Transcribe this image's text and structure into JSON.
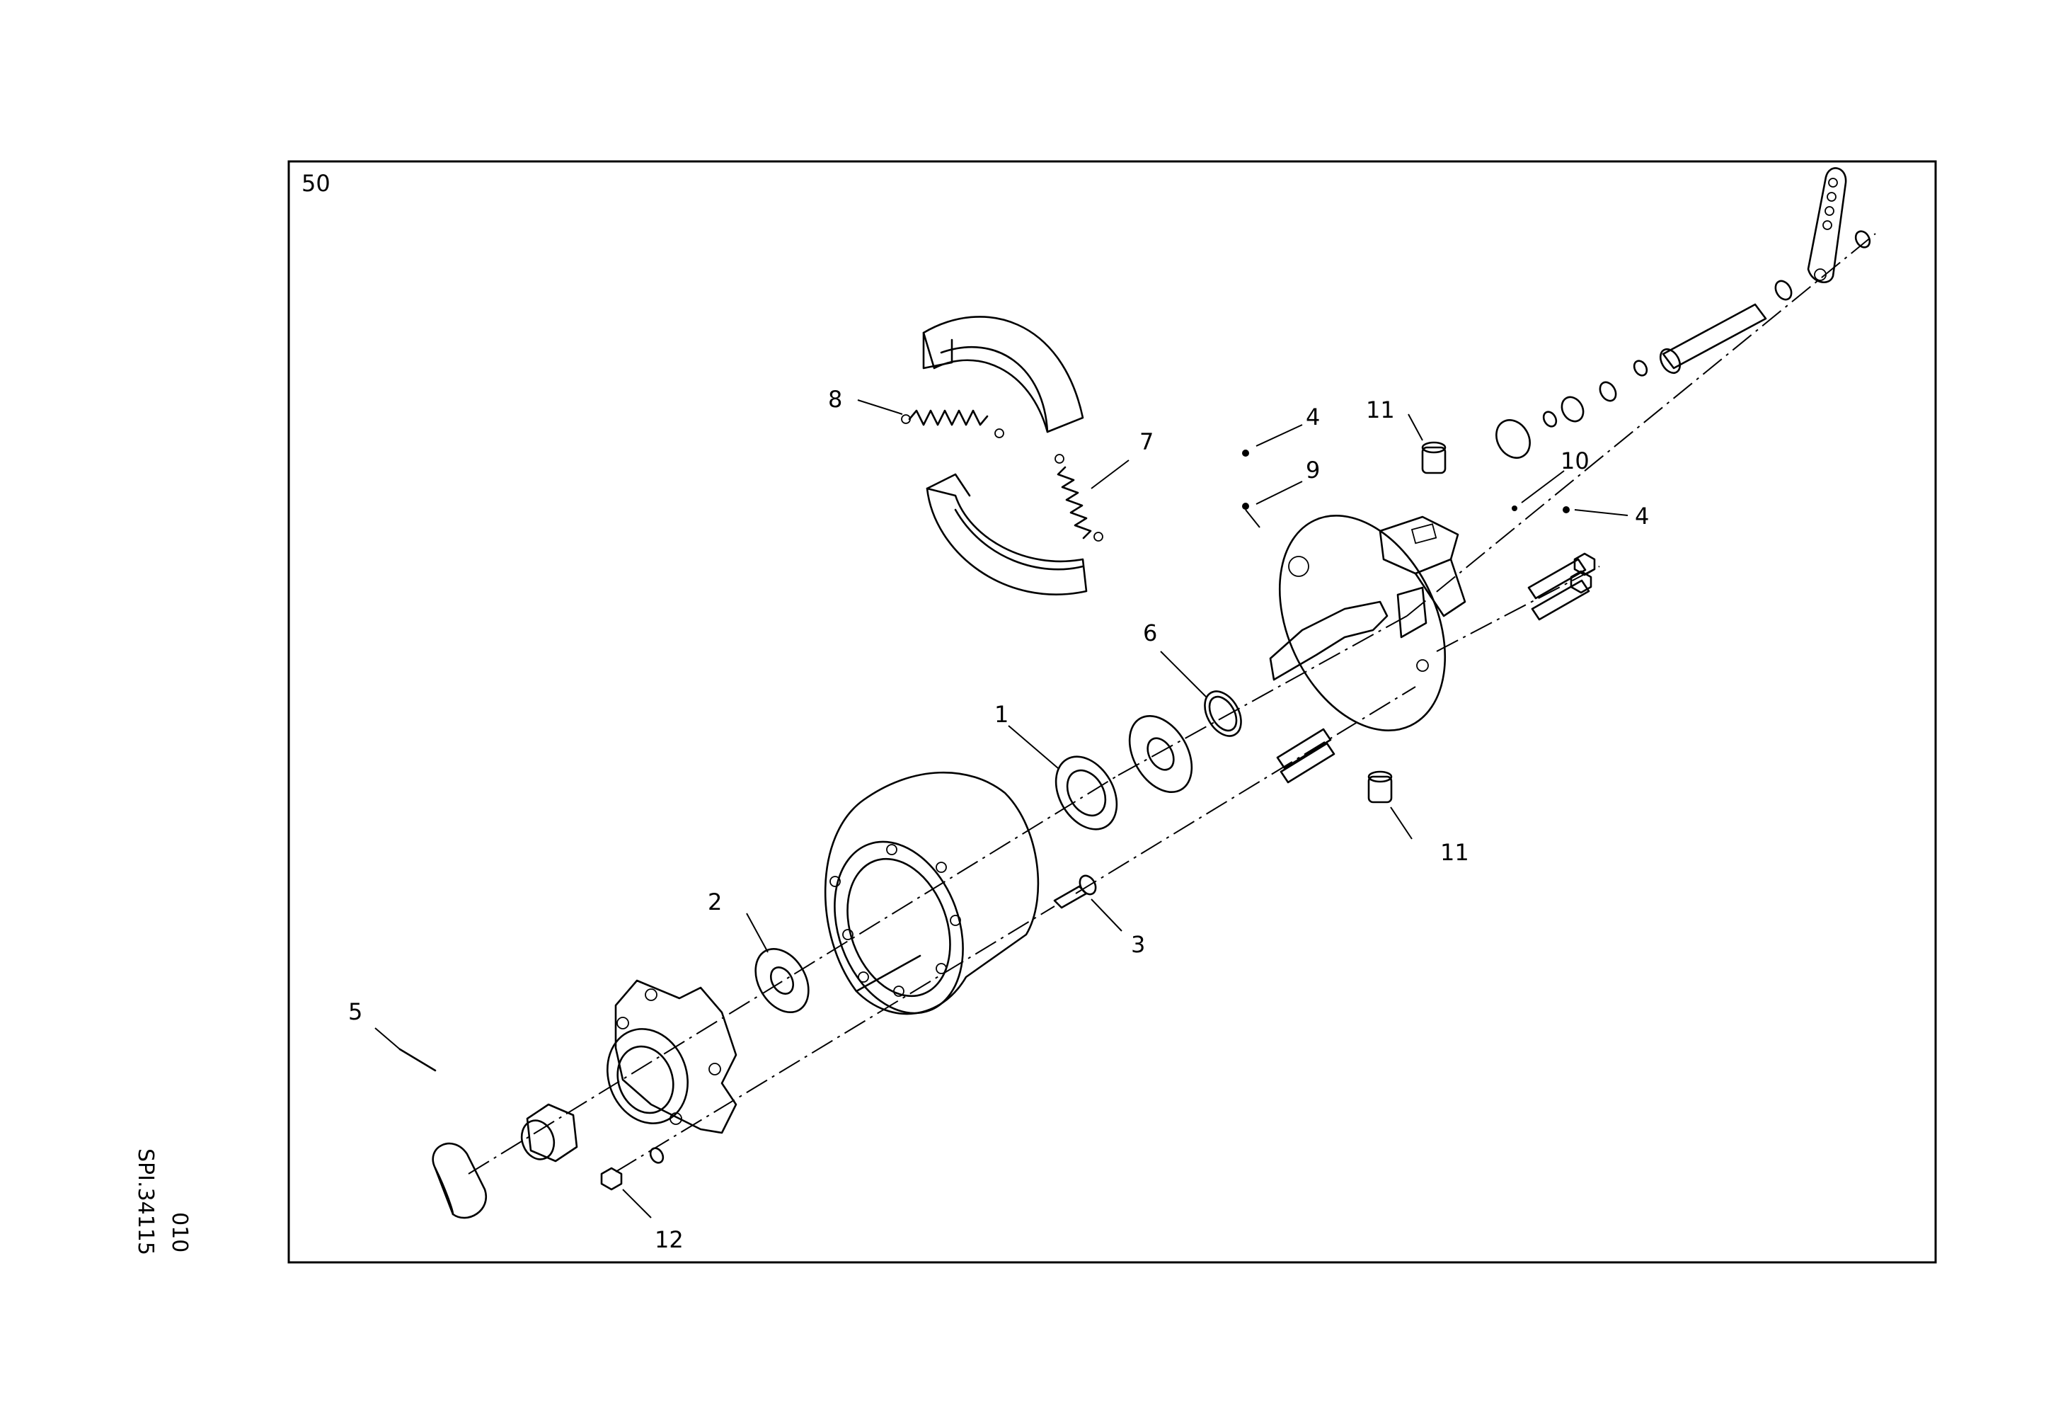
{
  "figure": {
    "panel_number": "50",
    "sheet_ref": "010",
    "drawing_code": "SPI.34115"
  },
  "callouts": [
    {
      "id": "1",
      "text": "1"
    },
    {
      "id": "2",
      "text": "2"
    },
    {
      "id": "3",
      "text": "3"
    },
    {
      "id": "4a",
      "text": "4"
    },
    {
      "id": "4b",
      "text": "4"
    },
    {
      "id": "5",
      "text": "5"
    },
    {
      "id": "6",
      "text": "6"
    },
    {
      "id": "7",
      "text": "7"
    },
    {
      "id": "8",
      "text": "8"
    },
    {
      "id": "9",
      "text": "9"
    },
    {
      "id": "10",
      "text": "10"
    },
    {
      "id": "11a",
      "text": "11"
    },
    {
      "id": "11b",
      "text": "11"
    },
    {
      "id": "12",
      "text": "12"
    }
  ],
  "colors": {
    "ink": "#000000",
    "paper": "#ffffff"
  }
}
